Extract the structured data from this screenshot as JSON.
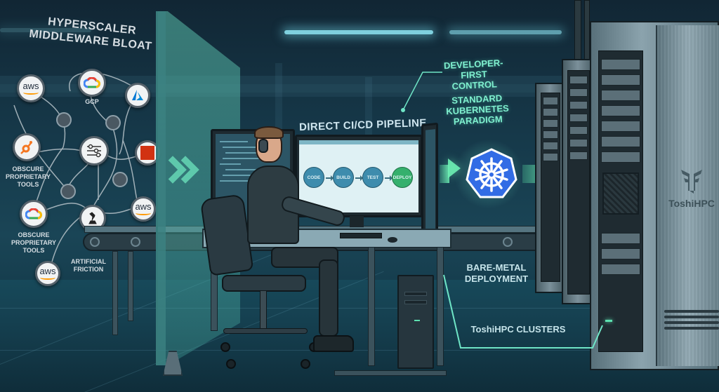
{
  "left_panel": {
    "title_line1": "HYPERSCALER",
    "title_line2": "MIDDLEWARE BLOAT",
    "nodes": [
      {
        "name": "aws",
        "label": "aws"
      },
      {
        "name": "gcp",
        "label": "GCP"
      },
      {
        "name": "azure",
        "label": ""
      },
      {
        "name": "proprietary-tool",
        "label": ""
      },
      {
        "name": "settings-tool",
        "label": ""
      },
      {
        "name": "aws-codecommit",
        "label": ""
      },
      {
        "name": "google-cloud",
        "label": ""
      },
      {
        "name": "friction-tool",
        "label": ""
      },
      {
        "name": "aws-2",
        "label": "aws"
      },
      {
        "name": "aws-3",
        "label": "aws"
      }
    ],
    "labels": {
      "obscure_tools_1": "OBSCURE\nPROPRIETARY\nTOOLS",
      "obscure_tools_2": "OBSCURE\nPROPRIETARY\nTOOLS",
      "artificial_friction": "ARTIFICIAL\nFRICTION",
      "gcp": "GCP"
    }
  },
  "center": {
    "pipeline_title": "DIRECT CI/CD PIPELINE",
    "steps": [
      {
        "label": "CODE",
        "status": "default"
      },
      {
        "label": "BUILD",
        "status": "default"
      },
      {
        "label": "TEST",
        "status": "default"
      },
      {
        "label": "DEPLOY",
        "status": "success"
      }
    ],
    "callouts": {
      "developer_first_line1": "DEVELOPER-FIRST",
      "developer_first_line2": "CONTROL",
      "kubernetes_line1": "STANDARD KUBERNETES",
      "kubernetes_line2": "PARADIGM"
    }
  },
  "right": {
    "bare_metal_line1": "BARE-METAL",
    "bare_metal_line2": "DEPLOYMENT",
    "clusters_label": "ToshiHPC CLUSTERS",
    "brand_name": "ToshiHPC"
  },
  "colors": {
    "accent_cyan": "#7ff0cf",
    "kubernetes_blue": "#326ce5",
    "deploy_green": "#35b06d",
    "step_blue": "#3e8cad",
    "background": "#16394a"
  },
  "icons": {
    "kubernetes": "kubernetes-helm-icon",
    "flow_arrow": "green-arrow-icon",
    "chevrons": "double-chevron-icon",
    "brand_logo": "toshihpc-logo-icon"
  }
}
